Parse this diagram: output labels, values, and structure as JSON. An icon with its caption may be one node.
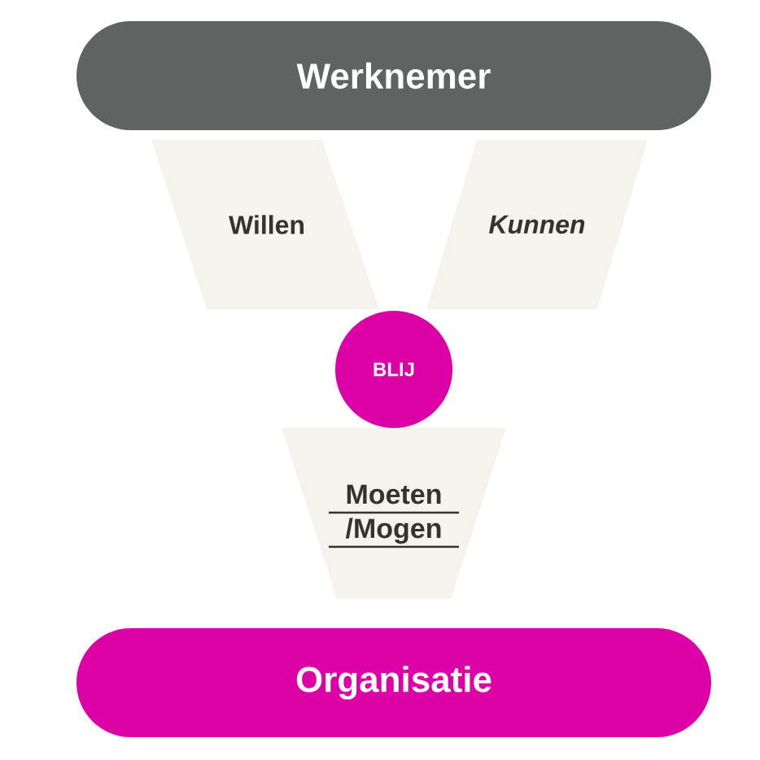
{
  "diagram": {
    "nodes": [
      {
        "text": [
          "Werknemer"
        ]
      },
      {
        "text": [
          "Willen"
        ]
      },
      {
        "text": [
          "Kunnen"
        ]
      },
      {
        "text": [
          "BLIJ"
        ]
      },
      {
        "text": [
          "Moeten /Mogen"
        ]
      },
      {
        "text": [
          "Organisatie"
        ]
      }
    ]
  }
}
